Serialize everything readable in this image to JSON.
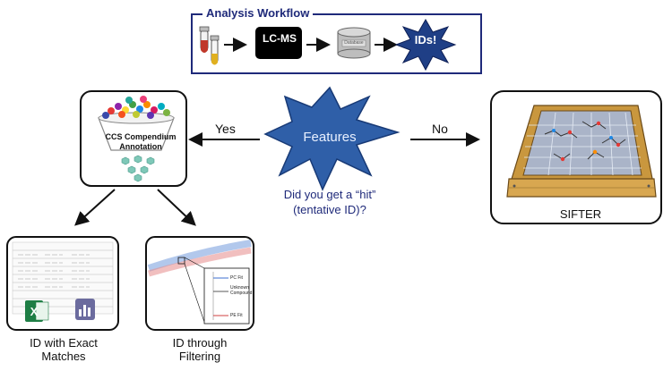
{
  "workflow": {
    "title": "Analysis Workflow",
    "lcms_label": "LC-MS",
    "database_label": "Database",
    "ids_label": "IDs!"
  },
  "center": {
    "features_label": "Features",
    "question_line1": "Did you get a “hit”",
    "question_line2": "(tentative ID)?"
  },
  "branches": {
    "yes_label": "Yes",
    "no_label": "No"
  },
  "ccs_panel": {
    "line1": "CCS Compendium",
    "line2": "Annotation"
  },
  "sifter_panel": {
    "label": "SIFTER"
  },
  "exact_panel": {
    "caption_line1": "ID with Exact",
    "caption_line2": "Matches"
  },
  "filter_panel": {
    "caption_line1": "ID through",
    "caption_line2": "Filtering",
    "legend_pc": "PC Fit",
    "legend_unknown": "Unknown",
    "legend_compound": "Compound",
    "legend_pe": "PE Fit"
  },
  "colors": {
    "navy": "#1f2a7a",
    "star_blue": "#2f5fa8",
    "wood": "#c9973e",
    "teal": "#7fc8b8"
  }
}
